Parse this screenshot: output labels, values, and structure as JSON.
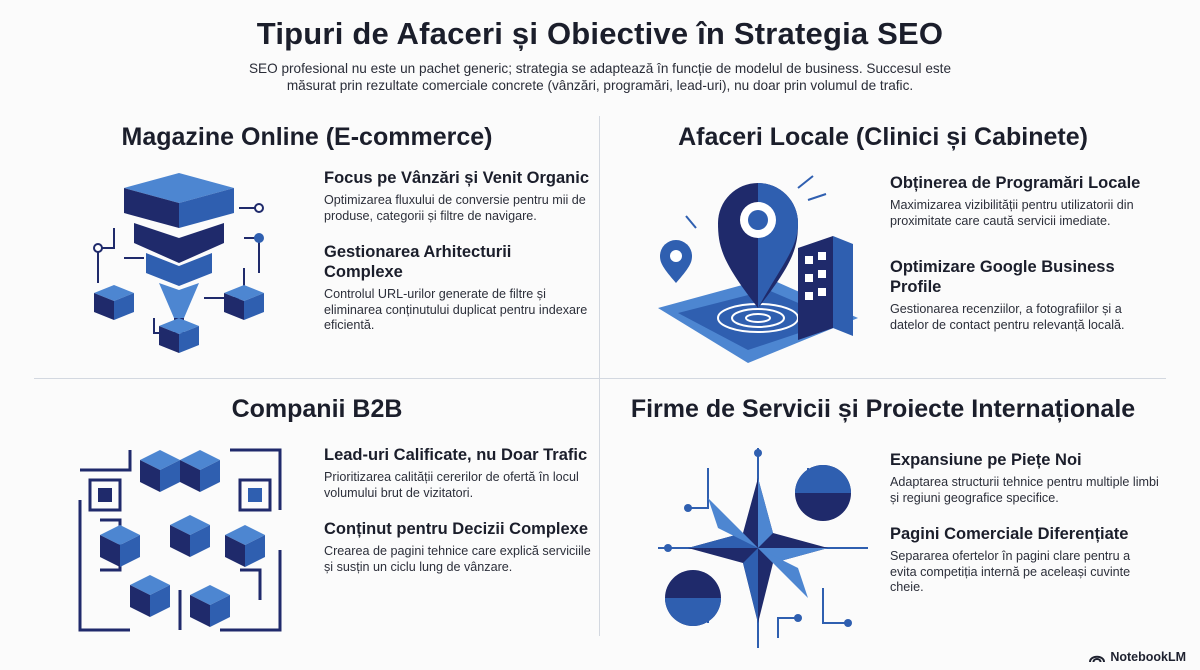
{
  "header": {
    "title": "Tipuri de Afaceri și Obiective în Strategia SEO",
    "subtitle": "SEO profesional nu este un pachet generic; strategia se adaptează în funcție de modelul de business. Succesul este măsurat prin rezultate comerciale concrete (vânzări, programări, lead-uri), nu doar prin volumul de trafic."
  },
  "quadrants": [
    {
      "title": "Magazine Online (E-commerce)",
      "icon": "ecommerce-funnel-icon",
      "items": [
        {
          "title": "Focus pe Vânzări și Venit Organic",
          "desc": "Optimizarea fluxului de conversie pentru mii de produse, categorii și filtre de navigare."
        },
        {
          "title": "Gestionarea Arhitecturii Complexe",
          "desc": "Controlul URL-urilor generate de filtre și eliminarea conținutului duplicat pentru indexare eficientă."
        }
      ]
    },
    {
      "title": "Afaceri Locale (Clinici și Cabinete)",
      "icon": "map-pin-icon",
      "items": [
        {
          "title": "Obținerea de Programări Locale",
          "desc": "Maximizarea vizibilității pentru utilizatorii din proximitate care caută servicii imediate."
        },
        {
          "title": "Optimizare Google Business Profile",
          "desc": "Gestionarea recenziilor, a fotografiilor și a datelor de contact pentru relevanță locală."
        }
      ]
    },
    {
      "title": "Companii B2B",
      "icon": "b2b-network-icon",
      "items": [
        {
          "title": "Lead-uri Calificate, nu Doar Trafic",
          "desc": "Prioritizarea calității cererilor de ofertă în locul volumului brut de vizitatori."
        },
        {
          "title": "Conținut pentru Decizii Complexe",
          "desc": "Crearea de pagini tehnice care explică serviciile și susțin un ciclu lung de vânzare."
        }
      ]
    },
    {
      "title": "Firme de Servicii și Proiecte Internaționale",
      "icon": "international-star-icon",
      "items": [
        {
          "title": "Expansiune pe Piețe Noi",
          "desc": "Adaptarea structurii tehnice pentru multiple limbi și regiuni geografice specifice."
        },
        {
          "title": "Pagini Comerciale Diferențiate",
          "desc": "Separarea ofertelor în pagini clare pentru a evita competiția internă pe aceleași cuvinte cheie."
        }
      ]
    }
  ],
  "brand": {
    "name": "NotebookLM"
  },
  "colors": {
    "navy": "#1f2a6b",
    "blue": "#2f5fb0",
    "light": "#4d86d1",
    "ink": "#1b1e2b"
  }
}
